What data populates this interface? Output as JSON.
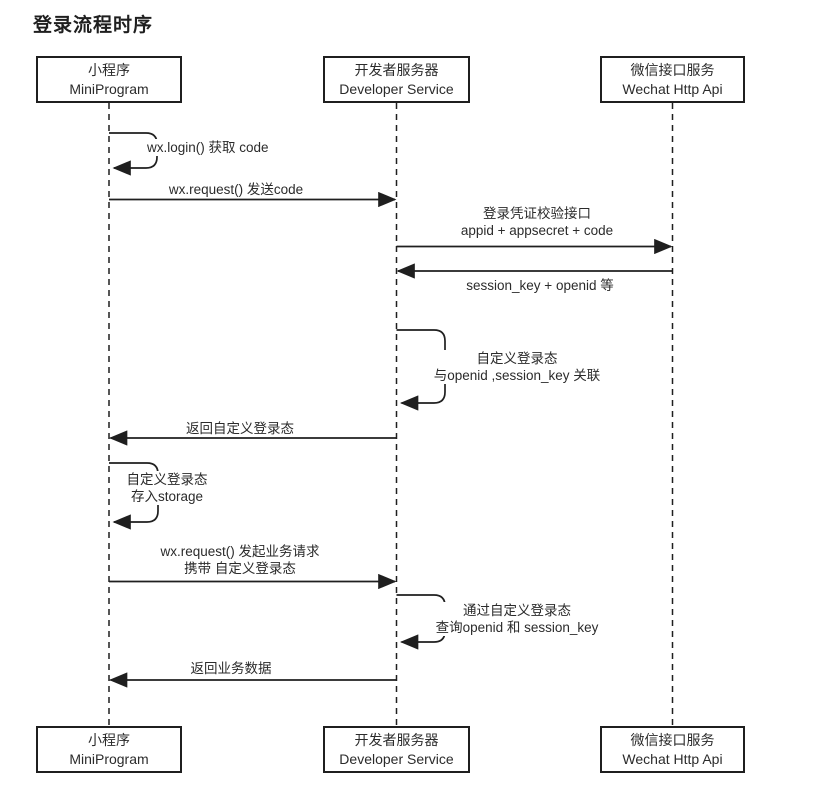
{
  "title": "登录流程时序",
  "actors": {
    "miniprogram": {
      "line1": "小程序",
      "line2": "MiniProgram"
    },
    "developer": {
      "line1": "开发者服务器",
      "line2": "Developer Service"
    },
    "wechat": {
      "line1": "微信接口服务",
      "line2": "Wechat Http Api"
    }
  },
  "messages": [
    {
      "kind": "self",
      "actor": "miniprogram",
      "lines": [
        "wx.login() 获取 code"
      ]
    },
    {
      "kind": "arrow",
      "from": "miniprogram",
      "to": "developer",
      "lines": [
        "wx.request() 发送code"
      ]
    },
    {
      "kind": "arrow",
      "from": "developer",
      "to": "wechat",
      "lines": [
        "登录凭证校验接口",
        "appid + appsecret + code"
      ]
    },
    {
      "kind": "arrow",
      "from": "wechat",
      "to": "developer",
      "lines": [
        "session_key + openid 等"
      ]
    },
    {
      "kind": "self",
      "actor": "developer",
      "lines": [
        "自定义登录态",
        "与openid ,session_key 关联"
      ]
    },
    {
      "kind": "arrow",
      "from": "developer",
      "to": "miniprogram",
      "lines": [
        "返回自定义登录态"
      ]
    },
    {
      "kind": "self",
      "actor": "miniprogram",
      "lines": [
        "自定义登录态",
        "存入storage"
      ]
    },
    {
      "kind": "arrow",
      "from": "miniprogram",
      "to": "developer",
      "lines": [
        "wx.request() 发起业务请求",
        "携带 自定义登录态"
      ]
    },
    {
      "kind": "self",
      "actor": "developer",
      "lines": [
        "通过自定义登录态",
        "查询openid 和 session_key"
      ]
    },
    {
      "kind": "arrow",
      "from": "developer",
      "to": "miniprogram",
      "lines": [
        "返回业务数据"
      ]
    }
  ],
  "colors": {
    "line": "#1f1f1f",
    "text": "#2b2b2b",
    "background": "#ffffff"
  }
}
